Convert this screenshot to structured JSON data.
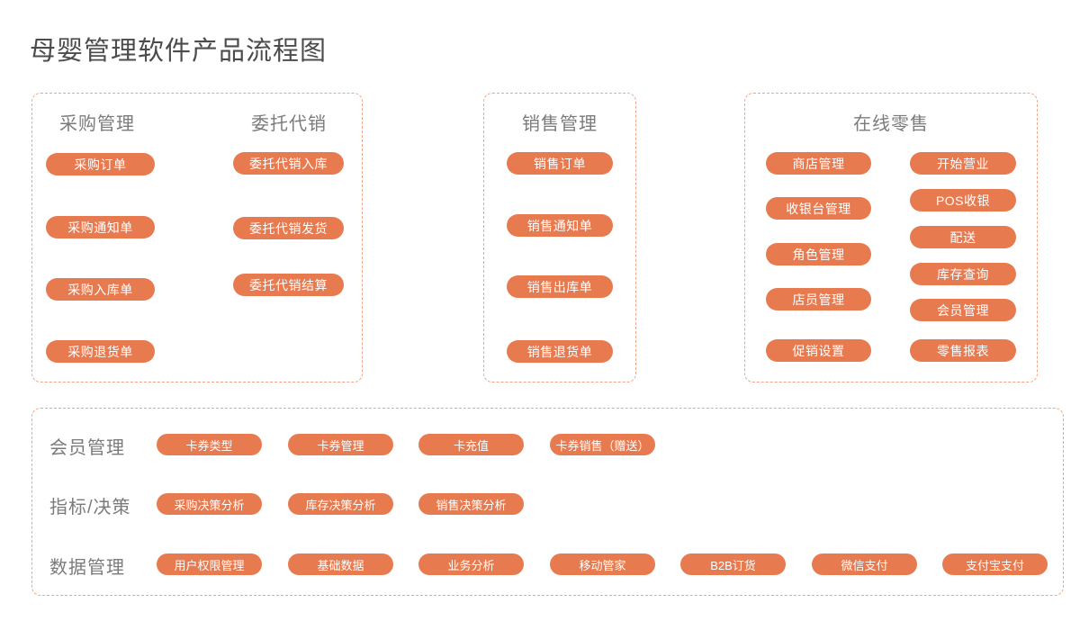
{
  "title": "母婴管理软件产品流程图",
  "colors": {
    "pill_fill": "#e87a50",
    "pill_text": "#ffffff",
    "dashed_border": "#f2a384",
    "title_text": "#4c4c4c",
    "label_text": "#7b7b7b"
  },
  "boxes": {
    "purchase": {
      "header_purchase": "采购管理",
      "header_consignment": "委托代销",
      "purchase_pills": [
        "采购订单",
        "采购通知单",
        "采购入库单",
        "采购退货单"
      ],
      "consignment_pills": [
        "委托代销入库",
        "委托代销发货",
        "委托代销结算"
      ]
    },
    "sales": {
      "header": "销售管理",
      "pills": [
        "销售订单",
        "销售通知单",
        "销售出库单",
        "销售退货单"
      ]
    },
    "retail": {
      "header": "在线零售",
      "left_pills": [
        "商店管理",
        "收银台管理",
        "角色管理",
        "店员管理",
        "促销设置"
      ],
      "right_pills": [
        "开始营业",
        "POS收银",
        "配送",
        "库存查询",
        "会员管理",
        "零售报表"
      ]
    },
    "bottom": {
      "rows": [
        {
          "label": "会员管理",
          "pills": [
            "卡券类型",
            "卡券管理",
            "卡充值",
            "卡券销售（赠送）"
          ]
        },
        {
          "label": "指标/决策",
          "pills": [
            "采购决策分析",
            "库存决策分析",
            "销售决策分析"
          ]
        },
        {
          "label": "数据管理",
          "pills": [
            "用户权限管理",
            "基础数据",
            "业务分析",
            "移动管家",
            "B2B订货",
            "微信支付",
            "支付宝支付"
          ]
        }
      ]
    }
  }
}
